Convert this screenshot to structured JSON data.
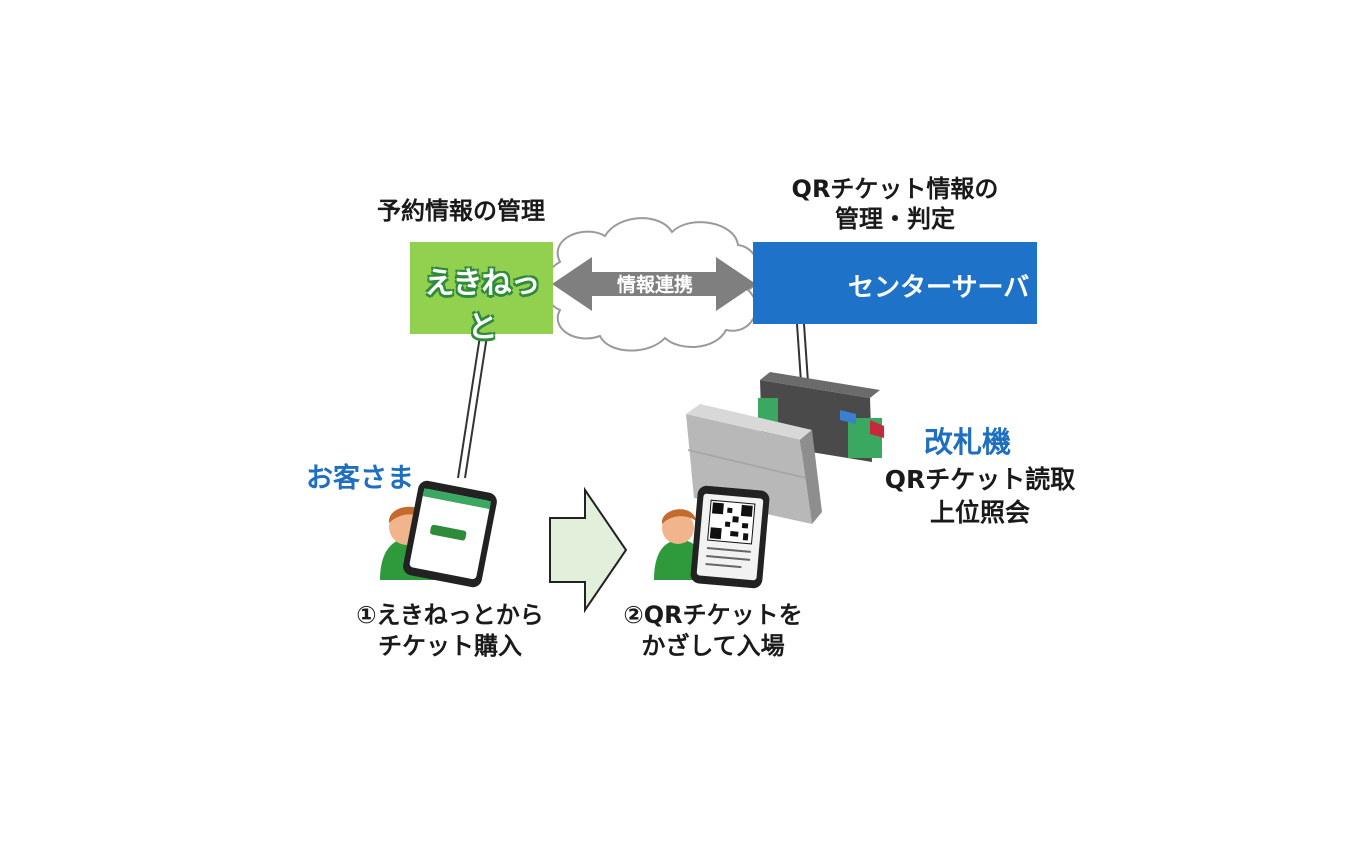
{
  "ekinet": {
    "heading": "予約情報の管理",
    "logo": "えきねっと"
  },
  "server": {
    "heading_line1": "QRチケット情報の",
    "heading_line2": "管理・判定",
    "label": "センターサーバ"
  },
  "link": {
    "label": "情報連携"
  },
  "customer": {
    "label": "お客さま"
  },
  "gate": {
    "title": "改札機",
    "line1": "QRチケット読取",
    "line2": "上位照会"
  },
  "steps": [
    {
      "line1": "①えきねっとから",
      "line2": "チケット購入"
    },
    {
      "line1": "②QRチケットを",
      "line2": "かざして入場"
    }
  ],
  "colors": {
    "ekinet_green": "#92d050",
    "server_blue": "#1e73c8",
    "accent_blue_text": "#1f6fc0",
    "arrow_fill": "#e2efda"
  }
}
